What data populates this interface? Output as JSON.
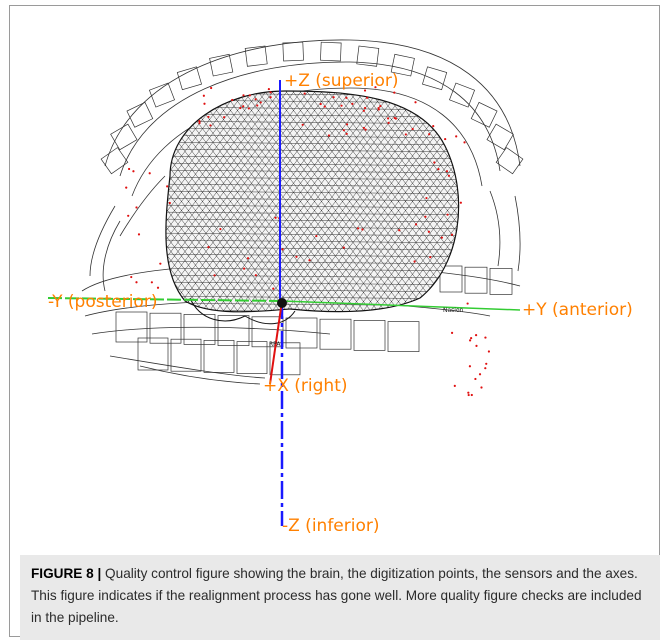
{
  "figure": {
    "axis_labels": {
      "superior": "+Z (superior)",
      "posterior": "-Y (posterior)",
      "anterior": "+Y (anterior)",
      "right": "+X (right)",
      "inferior": "-Z (inferior)"
    },
    "landmarks": {
      "nasion": "Nasion",
      "rpa": "RPA"
    },
    "colors": {
      "axis_label": "#ff8000",
      "z_axis": "#1a1aff",
      "y_axis": "#33cc33",
      "x_axis": "#e01010",
      "points": "#e01010",
      "mesh": "#222222"
    }
  },
  "caption": {
    "label": "FIGURE 8 |",
    "text": " Quality control figure showing the brain, the digitization points, the sensors and the axes. This figure indicates if the realignment process has gone well. More quality figure checks are included in the pipeline."
  }
}
